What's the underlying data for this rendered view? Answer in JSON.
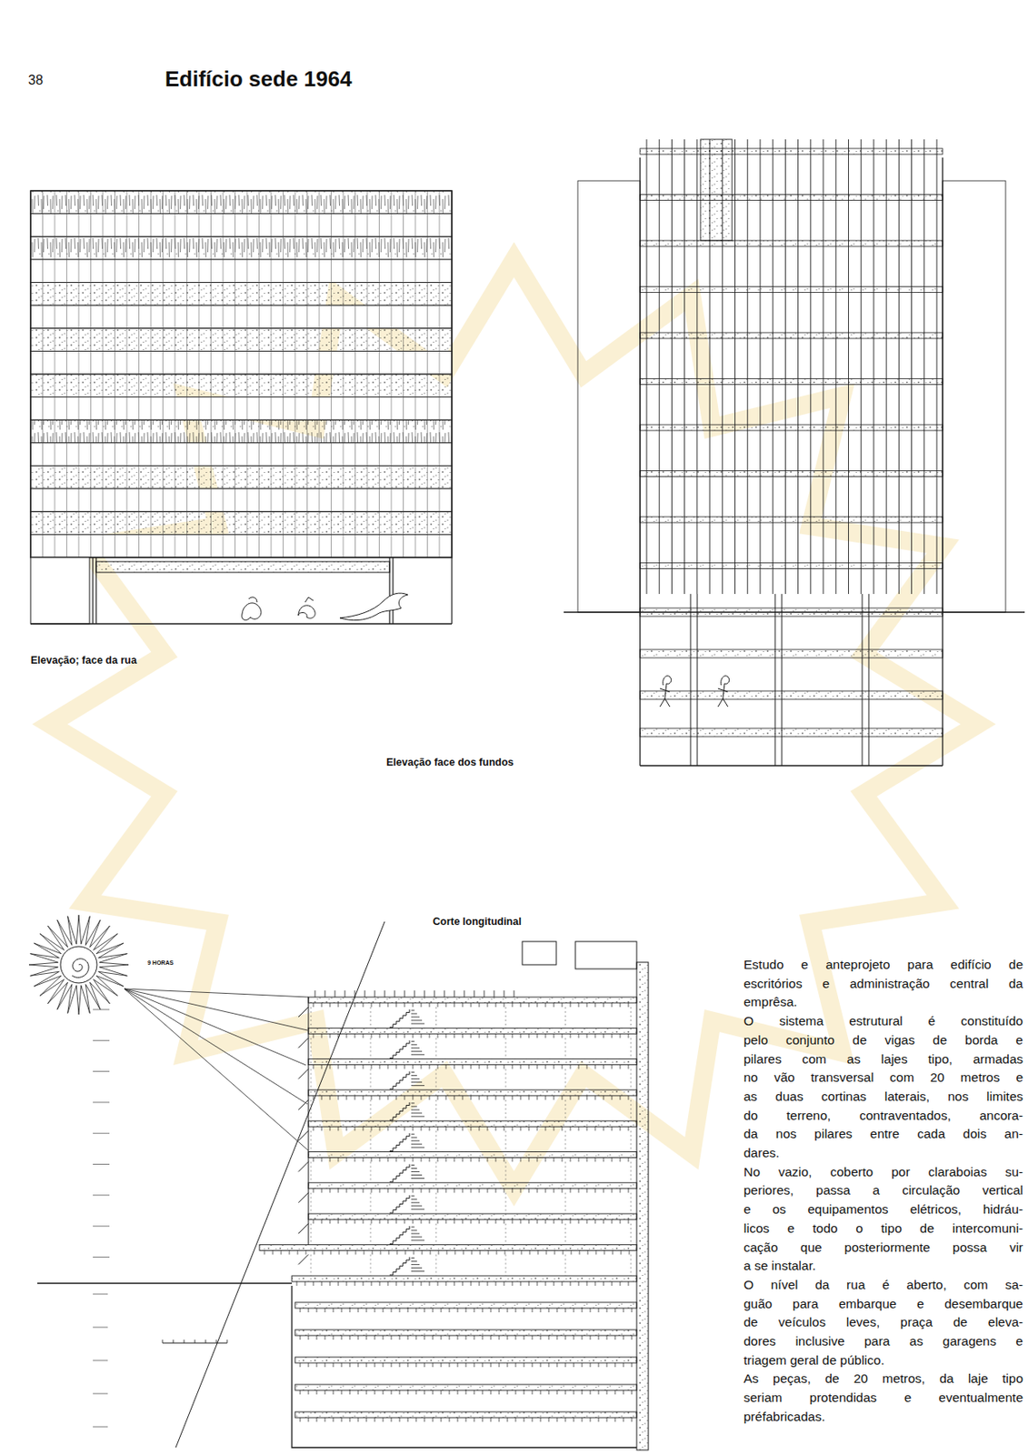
{
  "diagram": {
    "title": "Edifício sede 1964",
    "labels": [
      "38",
      "Elevação; face da rua",
      "Elevação face dos fundos",
      "Corte longitudinal",
      "9 HORAS",
      "Estudo e anteprojeto para edifício de",
      "escritórios e administração central da",
      "emprêsa.",
      "O sistema estrutural é constituído",
      "pelo conjunto de vigas de borda e",
      "pilares com as lajes tipo, armadas",
      "no vão transversal com 20 metros e",
      "as duas cortinas laterais, nos limites",
      "do terreno, contraventados, ancora-",
      "da nos pilares entre cada dois an-",
      "dares.",
      "No vazio, coberto por claraboias su-",
      "periores, passa a circulação vertical",
      "e os equipamentos elétricos, hidráu-",
      "licos e todo o tipo de intercomuni-",
      "cação que posteriormente possa vir",
      "a se instalar.",
      "O nível da rua é aberto, com sa-",
      "guão para embarque e desembarque",
      "de veículos leves, praça de eleva-",
      "dores inclusive para as garagens e",
      "triagem geral de público.",
      "As peças, de 20 metros, da laje tipo",
      "seriam protendidas e eventualmente",
      "préfabricadas."
    ]
  }
}
